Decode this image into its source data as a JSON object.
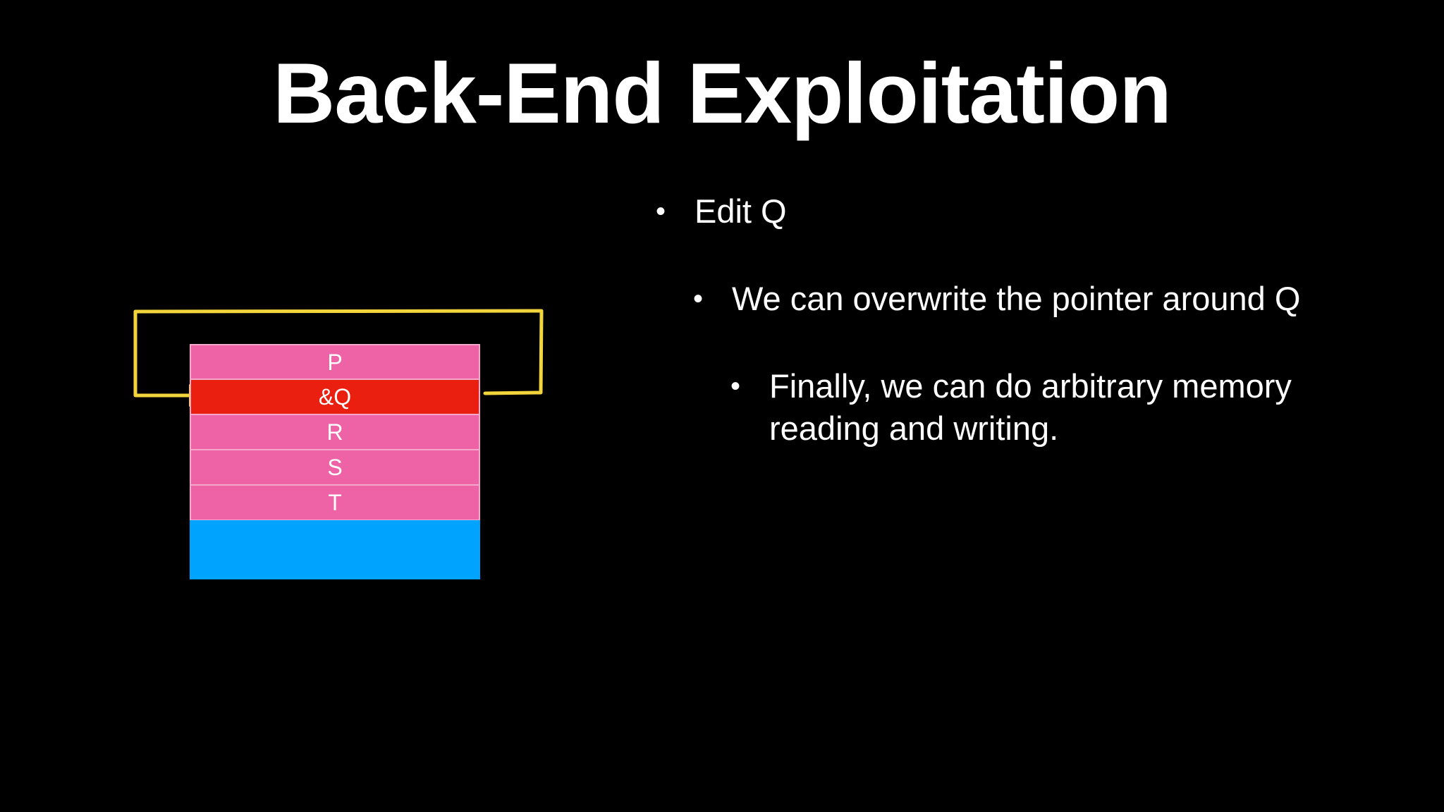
{
  "slide": {
    "title": "Back-End Exploitation"
  },
  "diagram": {
    "cells": [
      "P",
      "&Q",
      "R",
      "S",
      "T"
    ],
    "highlighted_cell": "&Q",
    "colors": {
      "chunk": "#ee62a6",
      "highlight": "#ea1f10",
      "top_chunk": "#00a4ff",
      "arrow": "#f2d53c"
    }
  },
  "bullets": {
    "item1": "Edit Q",
    "item2": "We can overwrite the pointer around Q",
    "item3": "Finally, we can do arbitrary memory reading and writing."
  }
}
